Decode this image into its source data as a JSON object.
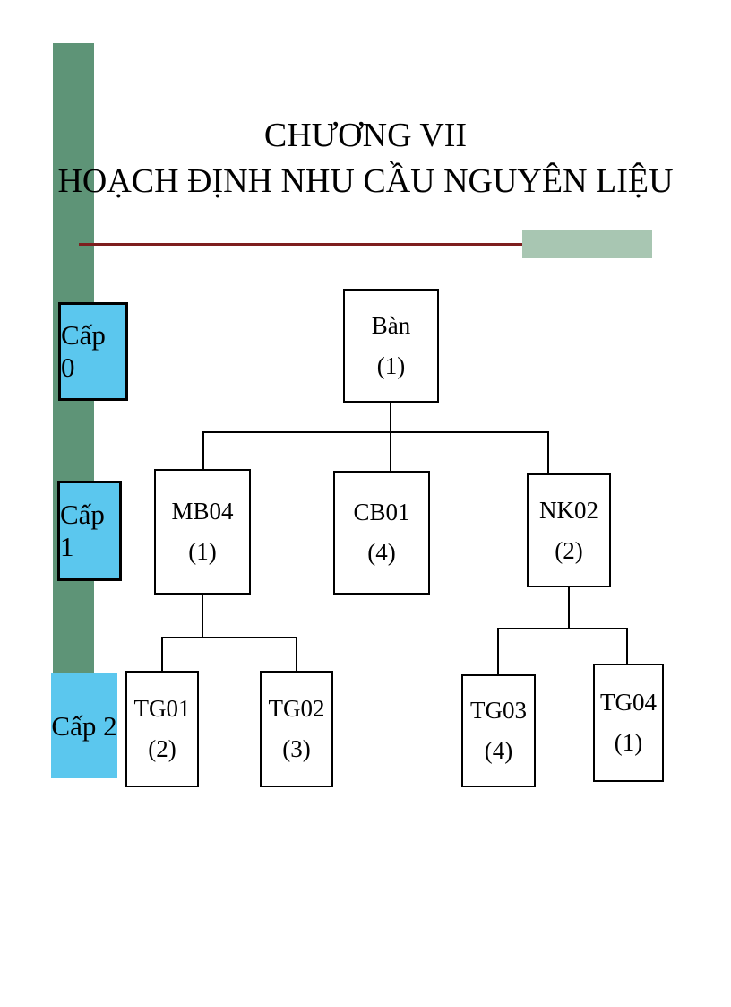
{
  "slide": {
    "title_line1": "CHƯƠNG VII",
    "title_line2": "HOẠCH ĐỊNH NHU CẦU NGUYÊN LIỆU"
  },
  "levels": [
    {
      "label": "Cấp 0"
    },
    {
      "label": "Cấp 1"
    },
    {
      "label": "Cấp 2"
    }
  ],
  "tree": {
    "root": {
      "name": "Bàn",
      "qty": "(1)"
    },
    "level1": [
      {
        "name": "MB04",
        "qty": "(1)",
        "parent": "Bàn"
      },
      {
        "name": "CB01",
        "qty": "(4)",
        "parent": "Bàn"
      },
      {
        "name": "NK02",
        "qty": "(2)",
        "parent": "Bàn"
      }
    ],
    "level2": [
      {
        "name": "TG01",
        "qty": "(2)",
        "parent": "MB04"
      },
      {
        "name": "TG02",
        "qty": "(3)",
        "parent": "MB04"
      },
      {
        "name": "TG03",
        "qty": "(4)",
        "parent": "NK02"
      },
      {
        "name": "TG04",
        "qty": "(1)",
        "parent": "NK02"
      }
    ]
  },
  "colors": {
    "accent_bar_green": "#5e9477",
    "accent_rect_light_green": "#a8c6b2",
    "title_underline_dark_red": "#7e1e1e",
    "level_box_cyan": "#5bc7ee",
    "node_border": "#000000"
  }
}
